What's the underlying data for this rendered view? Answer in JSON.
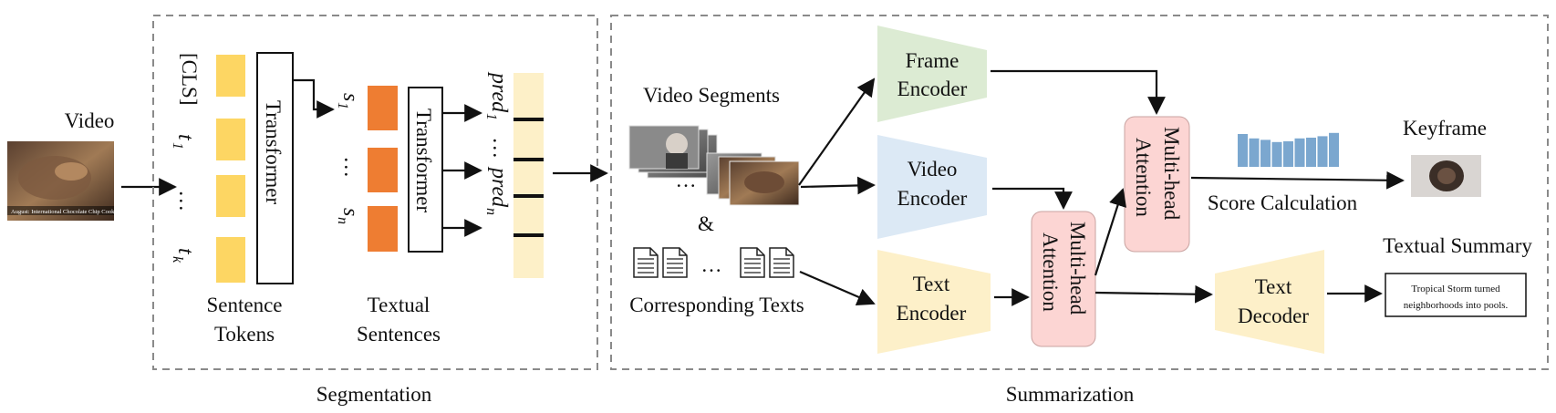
{
  "input": {
    "label": "Video",
    "thumbnail_caption": "August: International Chocolate Chip Cookie Day"
  },
  "segmentation": {
    "title": "Segmentation",
    "tokens": [
      "[CLS]",
      "t",
      "…",
      "t"
    ],
    "token_subs": [
      "",
      "1",
      "",
      "k"
    ],
    "transformer1": "Transformer",
    "sentence_tokens": [
      "Sentence",
      "Tokens"
    ],
    "sentences": [
      "s",
      "…",
      "s"
    ],
    "sentence_subs": [
      "1",
      "",
      "n"
    ],
    "transformer2": "Transformer",
    "textual_sentences": [
      "Textual",
      "Sentences"
    ],
    "preds": [
      "pred",
      "…",
      "pred"
    ],
    "pred_subs": [
      "1",
      "",
      "n"
    ]
  },
  "summarization": {
    "title": "Summarization",
    "video_segments": "Video Segments",
    "ellipsis": "…",
    "ampersand": "&",
    "corresponding_texts": "Corresponding Texts",
    "frame_encoder": [
      "Frame",
      "Encoder"
    ],
    "video_encoder": [
      "Video",
      "Encoder"
    ],
    "text_encoder": [
      "Text",
      "Encoder"
    ],
    "mha": [
      "Multi-head",
      "Attention"
    ],
    "score_calculation": "Score Calculation",
    "keyframe": "Keyframe",
    "text_decoder": [
      "Text",
      "Decoder"
    ],
    "textual_summary": "Textual Summary",
    "summary_text": [
      "Tropical Storm turned",
      "neighborhoods into pools."
    ]
  },
  "colors": {
    "token": "#fdd663",
    "sentence": "#ee7d32",
    "pred_bar": "#fdf0c8",
    "frame_enc": "#dcebd3",
    "video_enc": "#dce9f5",
    "text_enc": "#fdf0c9",
    "mha": "#fcd5d3",
    "score_bar": "#7ba7cf",
    "border": "#8a8a8a"
  },
  "score_values": [
    0.9,
    0.78,
    0.74,
    0.68,
    0.7,
    0.78,
    0.8,
    0.84,
    0.93
  ]
}
